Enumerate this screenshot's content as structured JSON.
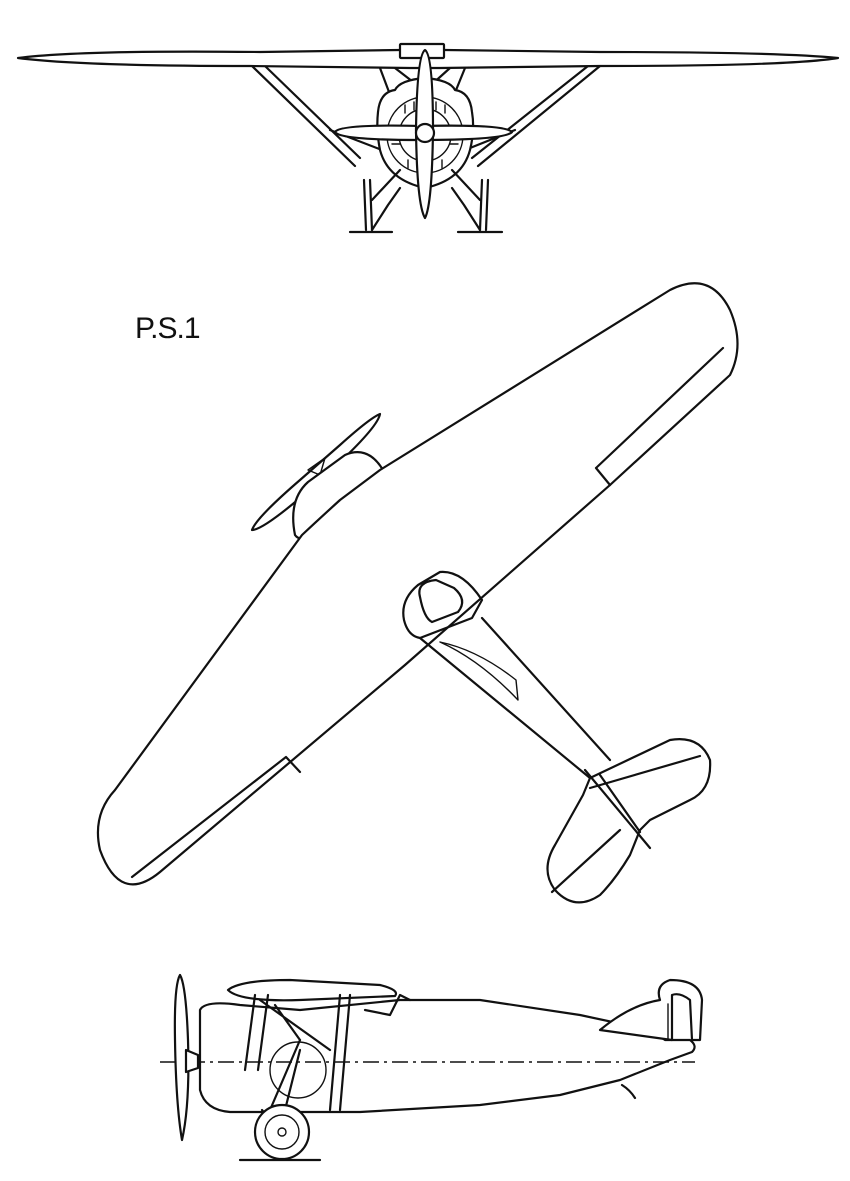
{
  "drawing": {
    "designation": "P.S.1"
  },
  "views": [
    "front",
    "plan",
    "side"
  ]
}
